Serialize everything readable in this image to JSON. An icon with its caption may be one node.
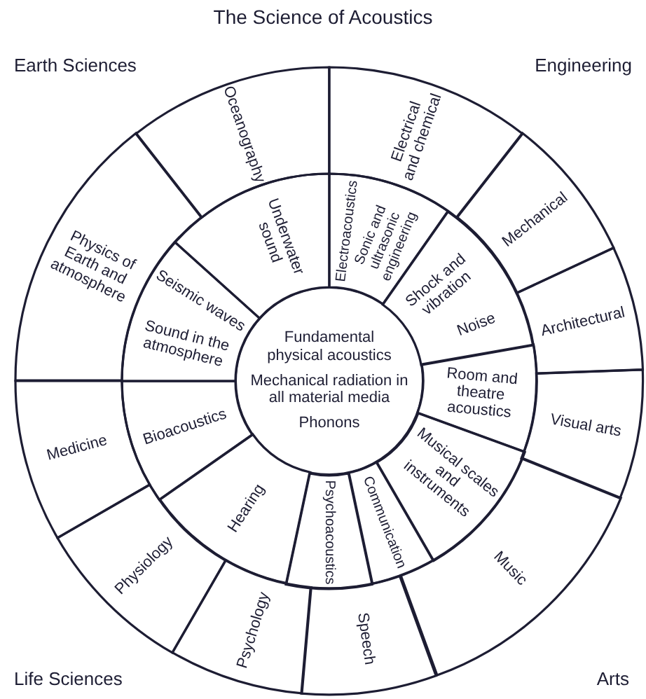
{
  "diagram": {
    "title": "The Science of Acoustics",
    "nodes": [
      {
        "text": [
          "Fundamental physical acoustics",
          "Mechanical radiation in all material media",
          "Phonons"
        ]
      },
      {
        "text": [
          "Underwater sound"
        ]
      },
      {
        "text": [
          "Electroacoustics",
          "Sonic and ultrasonic engineering"
        ]
      },
      {
        "text": [
          "Shock and vibration",
          "Noise"
        ]
      },
      {
        "text": [
          "Room and theatre acoustics"
        ]
      },
      {
        "text": [
          "Musical scales and instruments"
        ]
      },
      {
        "text": [
          "Communication"
        ]
      },
      {
        "text": [
          "Psychoacoustics"
        ]
      },
      {
        "text": [
          "Hearing"
        ]
      },
      {
        "text": [
          "Bioacoustics"
        ]
      },
      {
        "text": [
          "Seismic waves",
          "Sound in the atmosphere"
        ]
      },
      {
        "text": [
          "Oceanography"
        ]
      },
      {
        "text": [
          "Electrical and chemical"
        ]
      },
      {
        "text": [
          "Mechanical"
        ]
      },
      {
        "text": [
          "Architectural"
        ]
      },
      {
        "text": [
          "Visual arts"
        ]
      },
      {
        "text": [
          "Music"
        ]
      },
      {
        "text": [
          "Speech"
        ]
      },
      {
        "text": [
          "Psychology"
        ]
      },
      {
        "text": [
          "Physiology"
        ]
      },
      {
        "text": [
          "Medicine"
        ]
      },
      {
        "text": [
          "Physics of Earth and atmosphere"
        ]
      }
    ],
    "labels": [
      "Earth Sciences",
      "Engineering",
      "Life Sciences",
      "Arts"
    ]
  }
}
